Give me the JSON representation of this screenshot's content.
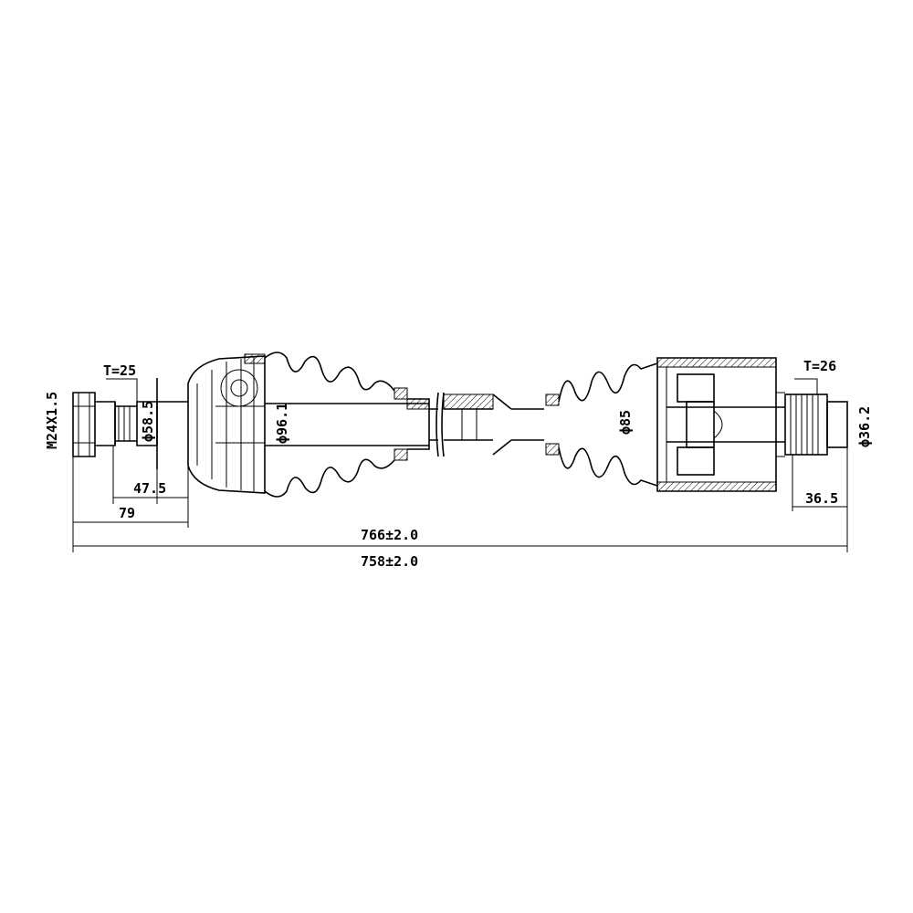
{
  "drawing": {
    "labels": {
      "thread": "M24X1.5",
      "teeth_left": "T=25",
      "teeth_right": "T=26",
      "dia_left_seal": "ϕ58.5",
      "dia_outer_joint": "ϕ96.1",
      "dia_inner_joint": "ϕ85",
      "dia_right_stub": "ϕ36.2",
      "len_left_spline": "47.5",
      "len_left_total": "79",
      "len_right_stub": "36.5",
      "overall_length_1": "766±2.0",
      "overall_length_2": "758±2.0"
    }
  }
}
